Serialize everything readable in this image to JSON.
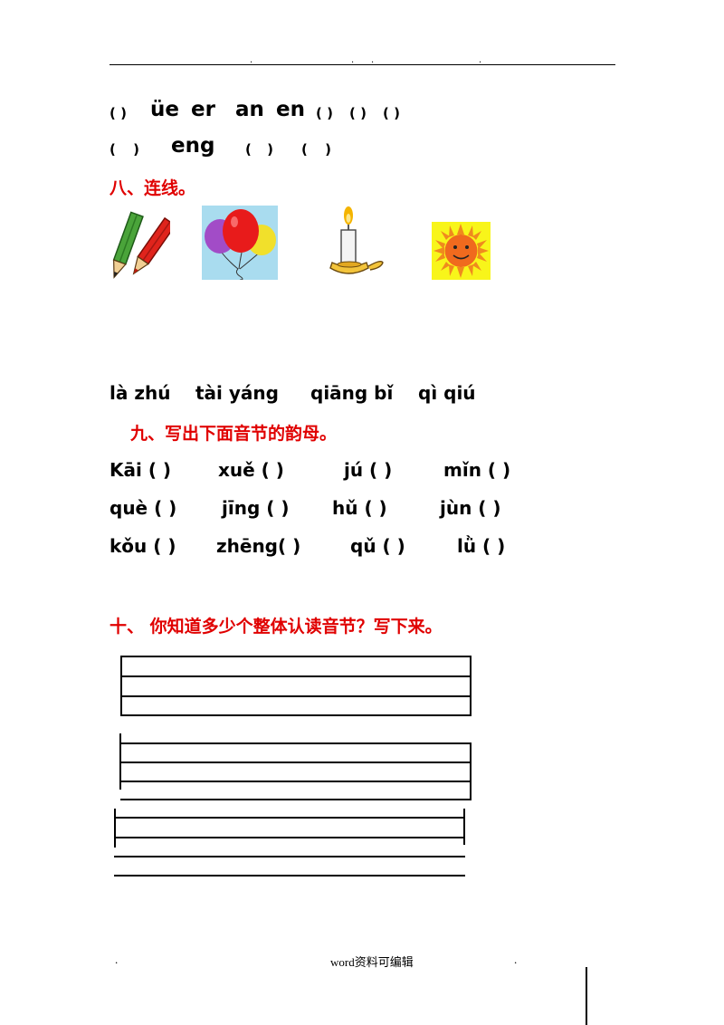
{
  "header": {
    "dots": [
      ".",
      ".",
      ".",
      "."
    ]
  },
  "vowel_rows": [
    {
      "items": [
        "( )",
        "üe",
        "er",
        "an",
        "en",
        "( )",
        "( )",
        "( )"
      ]
    },
    {
      "items": [
        "( )",
        "eng",
        "( )",
        "( )"
      ]
    }
  ],
  "section8": {
    "title": "八、连线。",
    "pictures": [
      "pencils-picture",
      "balloons-picture",
      "candle-picture",
      "sun-picture"
    ],
    "words": [
      "là zhú",
      "tài yáng",
      "qiāng bǐ",
      "qì qiú"
    ]
  },
  "section9": {
    "title": "九、写出下面音节的韵母。",
    "rows": [
      [
        "Kāi ( )",
        "xuě ( )",
        "jú ( )",
        "mǐn ( )"
      ],
      [
        "què ( )",
        "jīng ( )",
        "hǔ ( )",
        "jùn ( )"
      ],
      [
        "kǒu ( )",
        "zhēng( )",
        "qǔ ( )",
        "lǜ ( )"
      ]
    ]
  },
  "section10": {
    "title": "十、 你知道多少个整体认读音节？写下来。"
  },
  "footer": {
    "left_dot": ".",
    "center": "word资料可编辑",
    "right_dot": "."
  },
  "colors": {
    "heading": "#e00000",
    "text": "#000000"
  }
}
